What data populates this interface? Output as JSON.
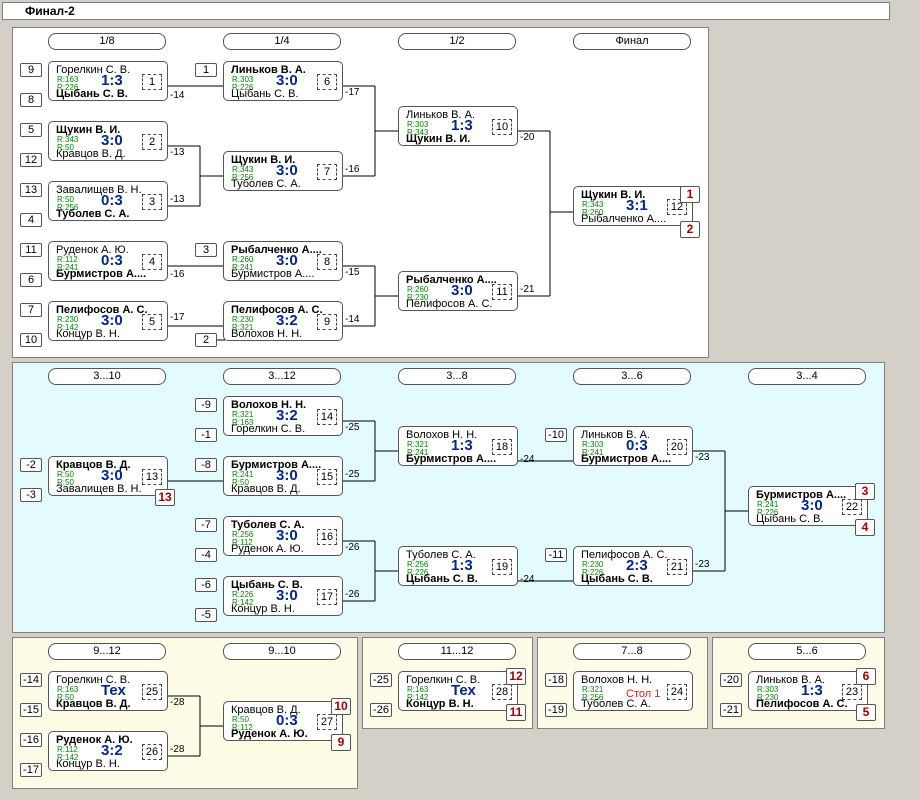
{
  "window": {
    "title": "Финал-2"
  },
  "rounds": {
    "r18": "1/8",
    "r14": "1/4",
    "r12": "1/2",
    "final": "Финал",
    "r310": "3...10",
    "r312": "3...12",
    "r38": "3...8",
    "r36": "3...6",
    "r34": "3...4",
    "r912": "9...12",
    "r910": "9...10",
    "r1112": "11...12",
    "r78": "7...8",
    "r56": "5...6"
  },
  "seeds": {
    "s1": "9",
    "s2": "8",
    "s3": "5",
    "s4": "12",
    "s5": "13",
    "s6": "4",
    "s7": "11",
    "s8": "6",
    "s9": "7",
    "s10": "10",
    "s11": "1",
    "s12": "3",
    "s13": "2",
    "c1": "-9",
    "c2": "-1",
    "c3": "-8",
    "c4": "-2",
    "c5": "-3",
    "c6": "-7",
    "c7": "-4",
    "c8": "-6",
    "c9": "-5",
    "c10": "-10",
    "c11": "-11",
    "y1": "-14",
    "y2": "-15",
    "y3": "-16",
    "y4": "-17",
    "y5": "-25",
    "y6": "-26",
    "y7": "-18",
    "y8": "-19",
    "y9": "-20",
    "y10": "-21"
  },
  "matches": {
    "m1": {
      "p1": "Горелкин С. В.",
      "p2": "Цыбань С. В.",
      "r1": "R:163",
      "r2": "R:226",
      "score": "1:3",
      "num": "1"
    },
    "m2": {
      "p1": "Щукин В. И.",
      "p2": "Кравцов В. Д.",
      "r1": "R:343",
      "r2": "R:50",
      "score": "3:0",
      "num": "2"
    },
    "m3": {
      "p1": "Завалищев В. Н.",
      "p2": "Туболев С. А.",
      "r1": "R:50",
      "r2": "R:256",
      "score": "0:3",
      "num": "3"
    },
    "m4": {
      "p1": "Руденок А. Ю.",
      "p2": "Бурмистров А....",
      "r1": "R:112",
      "r2": "R:241",
      "score": "0:3",
      "num": "4"
    },
    "m5": {
      "p1": "Пелифосов А. С.",
      "p2": "Концур В. Н.",
      "r1": "R:230",
      "r2": "R:142",
      "score": "3:0",
      "num": "5"
    },
    "m6": {
      "p1": "Линьков В. А.",
      "p2": "Цыбань С. В.",
      "r1": "R:303",
      "r2": "R:226",
      "score": "3:0",
      "num": "6"
    },
    "m7": {
      "p1": "Щукин В. И.",
      "p2": "Туболев С. А.",
      "r1": "R:343",
      "r2": "R:256",
      "score": "3:0",
      "num": "7"
    },
    "m8": {
      "p1": "Рыбалченко А....",
      "p2": "Бурмистров А....",
      "r1": "R:260",
      "r2": "R:241",
      "score": "3:0",
      "num": "8"
    },
    "m9": {
      "p1": "Пелифосов А. С.",
      "p2": "Волохов Н. Н.",
      "r1": "R:230",
      "r2": "R:321",
      "score": "3:2",
      "num": "9"
    },
    "m10": {
      "p1": "Линьков В. А.",
      "p2": "Щукин В. И.",
      "r1": "R:303",
      "r2": "R:343",
      "score": "1:3",
      "num": "10"
    },
    "m11": {
      "p1": "Рыбалченко А....",
      "p2": "Пелифосов А. С.",
      "r1": "R:260",
      "r2": "R:230",
      "score": "3:0",
      "num": "11"
    },
    "m12": {
      "p1": "Щукин В. И.",
      "p2": "Рыбалченко А....",
      "r1": "R:343",
      "r2": "R:260",
      "score": "3:1",
      "num": "12"
    },
    "m13": {
      "p1": "Кравцов В. Д.",
      "p2": "Завалищев В. Н.",
      "r1": "R:50",
      "r2": "R:50",
      "score": "3:0",
      "num": "13"
    },
    "m14": {
      "p1": "Волохов Н. Н.",
      "p2": "Горелкин С. В.",
      "r1": "R:321",
      "r2": "R:163",
      "score": "3:2",
      "num": "14"
    },
    "m15": {
      "p1": "Бурмистров А....",
      "p2": "Кравцов В. Д.",
      "r1": "R:241",
      "r2": "R:50",
      "score": "3:0",
      "num": "15"
    },
    "m16": {
      "p1": "Туболев С. А.",
      "p2": "Руденок А. Ю.",
      "r1": "R:256",
      "r2": "R:112",
      "score": "3:0",
      "num": "16"
    },
    "m17": {
      "p1": "Цыбань С. В.",
      "p2": "Концур В. Н.",
      "r1": "R:226",
      "r2": "R:142",
      "score": "3:0",
      "num": "17"
    },
    "m18": {
      "p1": "Волохов Н. Н.",
      "p2": "Бурмистров А....",
      "r1": "R:321",
      "r2": "R:241",
      "score": "1:3",
      "num": "18"
    },
    "m19": {
      "p1": "Туболев С. А.",
      "p2": "Цыбань С. В.",
      "r1": "R:256",
      "r2": "R:226",
      "score": "1:3",
      "num": "19"
    },
    "m20": {
      "p1": "Линьков В. А.",
      "p2": "Бурмистров А....",
      "r1": "R:303",
      "r2": "R:241",
      "score": "0:3",
      "num": "20"
    },
    "m21": {
      "p1": "Пелифосов А. С.",
      "p2": "Цыбань С. В.",
      "r1": "R:230",
      "r2": "R:226",
      "score": "2:3",
      "num": "21"
    },
    "m22": {
      "p1": "Бурмистров А....",
      "p2": "Цыбань С. В.",
      "r1": "R:241",
      "r2": "R:226",
      "score": "3:0",
      "num": "22"
    },
    "m23": {
      "p1": "Линьков В. А.",
      "p2": "Пелифосов А. С.",
      "r1": "R:303",
      "r2": "R:230",
      "score": "1:3",
      "num": "23"
    },
    "m24": {
      "p1": "Волохов Н. Н.",
      "p2": "Туболев С. А.",
      "r1": "R:321",
      "r2": "R:256",
      "score": "Стол 1",
      "num": "24"
    },
    "m25": {
      "p1": "Горелкин С. В.",
      "p2": "Кравцов В. Д.",
      "r1": "R:163",
      "r2": "R:50",
      "score": "Тех",
      "num": "25"
    },
    "m26": {
      "p1": "Руденок А. Ю.",
      "p2": "Концур В. Н.",
      "r1": "R:112",
      "r2": "R:142",
      "score": "3:2",
      "num": "26"
    },
    "m27": {
      "p1": "Кравцов В. Д.",
      "p2": "Руденок А. Ю.",
      "r1": "R:50",
      "r2": "R:112",
      "score": "0:3",
      "num": "27"
    },
    "m28": {
      "p1": "Горелкин С. В.",
      "p2": "Концур В. Н.",
      "r1": "R:163",
      "r2": "R:142",
      "score": "Тех",
      "num": "28"
    }
  },
  "labels": {
    "l14": "-14",
    "l17": "-17",
    "l13a": "-13",
    "l13b": "-13",
    "l16a": "-16",
    "l16b": "-16",
    "l15": "-15",
    "l17b": "-17",
    "l14b": "-14",
    "l20": "-20",
    "l21": "-21",
    "l25a": "-25",
    "l25b": "-25",
    "l26a": "-26",
    "l26b": "-26",
    "l24a": "-24",
    "l24b": "-24",
    "l23a": "-23",
    "l23b": "-23",
    "l28a": "-28",
    "l28b": "-28"
  },
  "places": {
    "p1": "1",
    "p2": "2",
    "p13": "13",
    "p3": "3",
    "p4": "4",
    "p10": "10",
    "p9": "9",
    "p12": "12",
    "p11": "11",
    "p6": "6",
    "p5": "5"
  },
  "colors": {
    "score": "#002890",
    "rating": "#008800",
    "place": "#a00000",
    "table": "#e02020"
  }
}
